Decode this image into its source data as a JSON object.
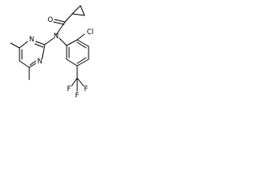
{
  "atoms": {
    "o_label": "O",
    "n_amide": "N",
    "n_pyr_1": "N",
    "n_pyr_2": "N",
    "cl_label": "Cl",
    "f_1": "F",
    "f_2": "F",
    "f_3": "F"
  },
  "colors": {
    "bond": "#000000",
    "background": "#ffffff"
  }
}
